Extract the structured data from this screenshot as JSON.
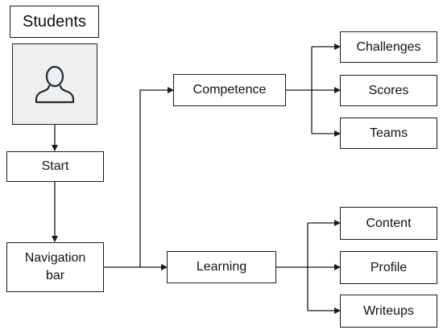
{
  "title": "Students",
  "icons": {
    "avatar": "user-icon"
  },
  "nodes": {
    "start": "Start",
    "nav_line1": "Navigation",
    "nav_line2": "bar",
    "competence": "Competence",
    "learning": "Learning",
    "challenges": "Challenges",
    "scores": "Scores",
    "teams": "Teams",
    "content": "Content",
    "profile": "Profile",
    "writeups": "Writeups"
  },
  "colors": {
    "line": "#1a1a1a",
    "icon": "#1e2a3a",
    "avatar_bg": "#efefef"
  }
}
